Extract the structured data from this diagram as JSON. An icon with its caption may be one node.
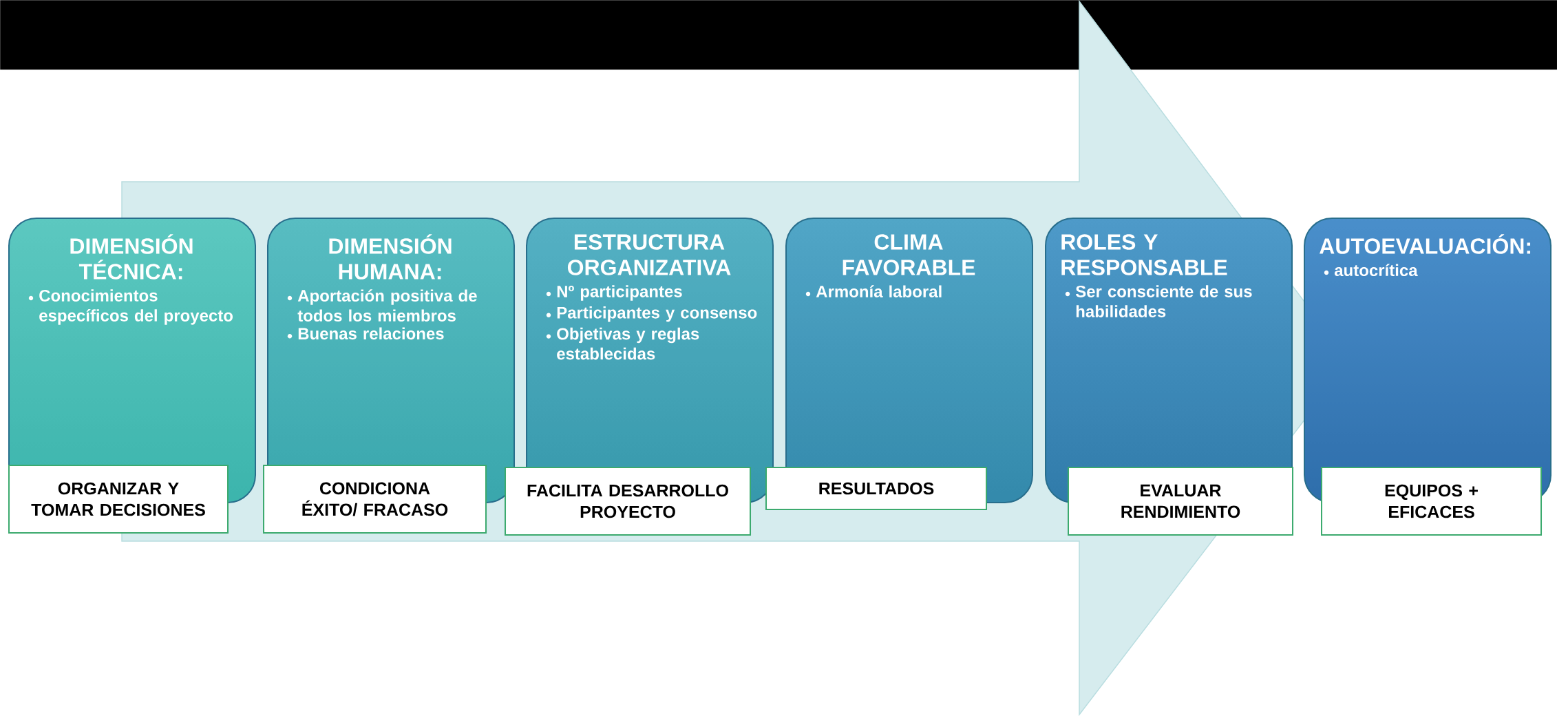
{
  "diagram": {
    "nodes": [
      {
        "text": [
          "DIMENSIÓN TÉCNICA:",
          "Conocimientos específicos del proyecto"
        ]
      },
      {
        "text": [
          "ORGANIZAR Y TOMAR DECISIONES"
        ]
      },
      {
        "text": [
          "DIMENSIÓN HUMANA:",
          "Aportación positiva de todos los miembros",
          "Buenas relaciones"
        ]
      },
      {
        "text": [
          "CONDICIONA ÉXITO/ FRACASO"
        ]
      },
      {
        "text": [
          "ESTRUCTURA ORGANIZATIVA",
          "Nº participantes",
          "Participantes y consenso",
          "Objetivas y reglas establecidas"
        ]
      },
      {
        "text": [
          "FACILITA DESARROLLO PROYECTO"
        ]
      },
      {
        "text": [
          "CLIMA FAVORABLE",
          "Armonía laboral"
        ]
      },
      {
        "text": [
          "RESULTADOS"
        ]
      },
      {
        "text": [
          "ROLES Y RESPONSABLE",
          "Ser consciente de sus habilidades"
        ]
      },
      {
        "text": [
          "EVALUAR RENDIMIENTO"
        ]
      },
      {
        "text": [
          "AUTOEVALUACIÓN:",
          "autocrítica"
        ]
      },
      {
        "text": [
          "EQUIPOS + EFICACES"
        ]
      },
      {
        "text": [],
        "shape": "bar"
      }
    ],
    "edges": [
      {
        "from": 0,
        "to": 10,
        "arrow": "to",
        "style": "thick"
      }
    ]
  }
}
